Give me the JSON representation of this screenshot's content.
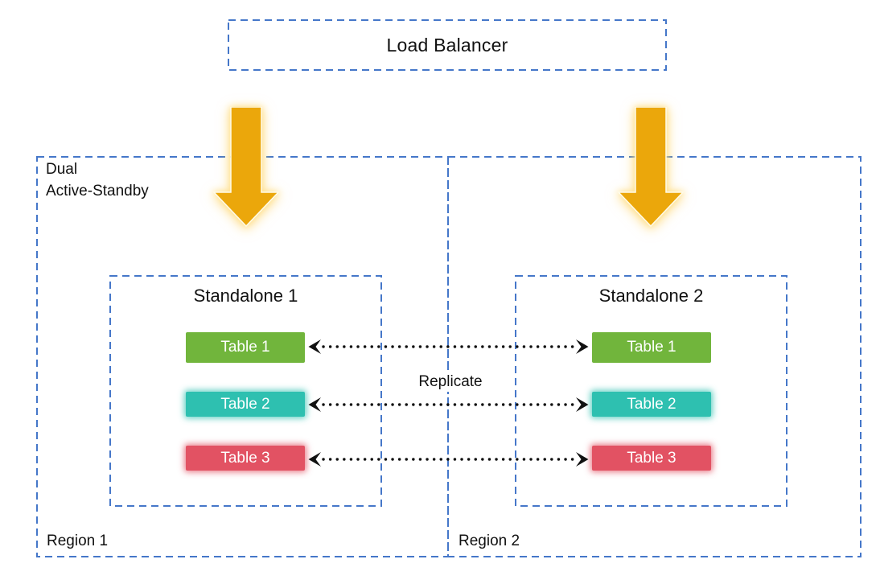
{
  "load_balancer": {
    "label": "Load Balancer"
  },
  "dual_mode_label": {
    "line1": "Dual",
    "line2": "Active-Standby"
  },
  "regions": [
    {
      "label": "Region 1"
    },
    {
      "label": "Region 2"
    }
  ],
  "standalones": [
    {
      "title": "Standalone 1",
      "tables": [
        {
          "label": "Table 1",
          "color": "#71B53C"
        },
        {
          "label": "Table 2",
          "color": "#2EC0B0"
        },
        {
          "label": "Table 3",
          "color": "#E25263"
        }
      ]
    },
    {
      "title": "Standalone 2",
      "tables": [
        {
          "label": "Table 1",
          "color": "#71B53C"
        },
        {
          "label": "Table 2",
          "color": "#2EC0B0"
        },
        {
          "label": "Table 3",
          "color": "#E25263"
        }
      ]
    }
  ],
  "replicate": {
    "label": "Replicate"
  },
  "colors": {
    "dashed_border": "#4577C9",
    "arrow_gold": "#EBA70B",
    "arrow_glow": "#FFE199",
    "table_green": "#71B53C",
    "table_teal": "#2EC0B0",
    "table_red": "#E25263",
    "table_text": "#FFFFFF",
    "connector_black": "#111111"
  },
  "icons": {
    "down_arrow": "down-arrow-icon",
    "replicate_arrow": "double-headed-dotted-arrow-icon"
  }
}
